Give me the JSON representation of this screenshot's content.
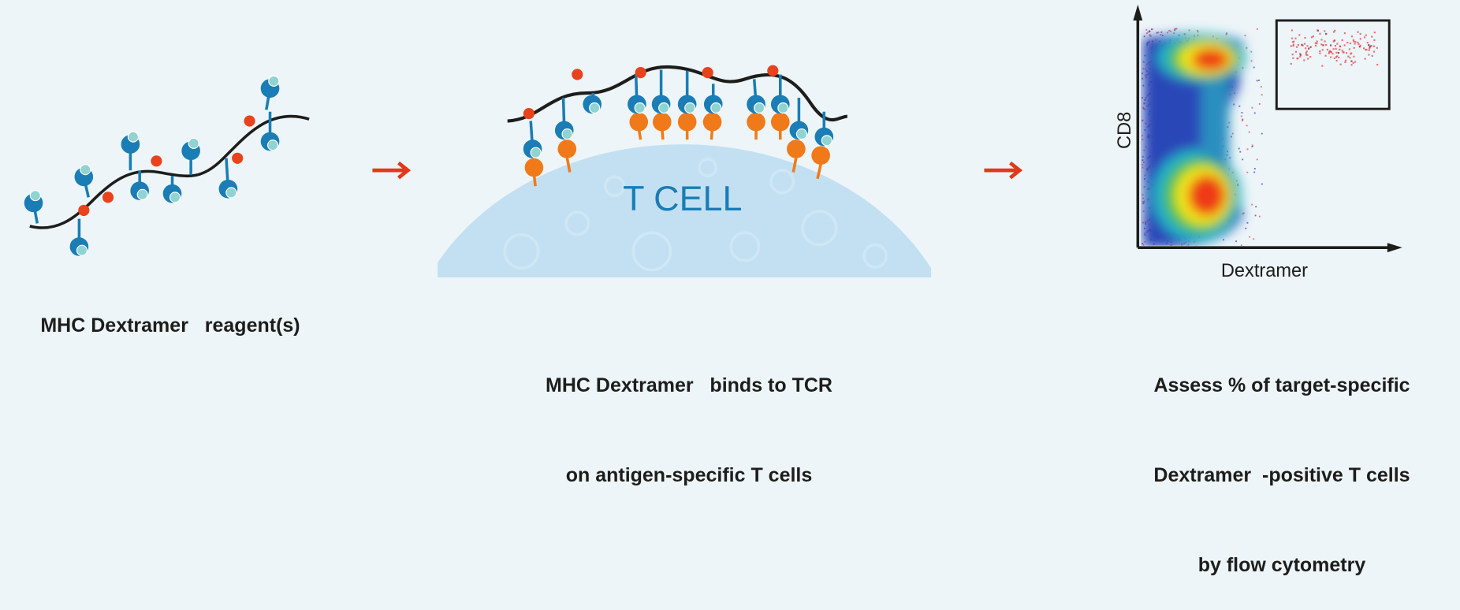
{
  "colors": {
    "background": "#edf5f8",
    "mhc_blue": "#1a7db5",
    "peptide_teal": "#8fd3d3",
    "dextran_red": "#e8431c",
    "tcr_orange": "#f07a1a",
    "cell_blue": "#bcdcf0",
    "arrow": "#e2381b"
  },
  "step1": {
    "caption": "MHC Dextramer   reagent(s)"
  },
  "step2": {
    "cell_label": "T CELL",
    "caption_line1": "MHC Dextramer   binds to TCR",
    "caption_line2": "on antigen-specific T cells"
  },
  "step3": {
    "y_axis_label": "CD8",
    "x_axis_label": "Dextramer",
    "caption_line1": "Assess % of target-specific",
    "caption_line2": "Dextramer  -positive T cells",
    "caption_line3": "by flow cytometry"
  }
}
